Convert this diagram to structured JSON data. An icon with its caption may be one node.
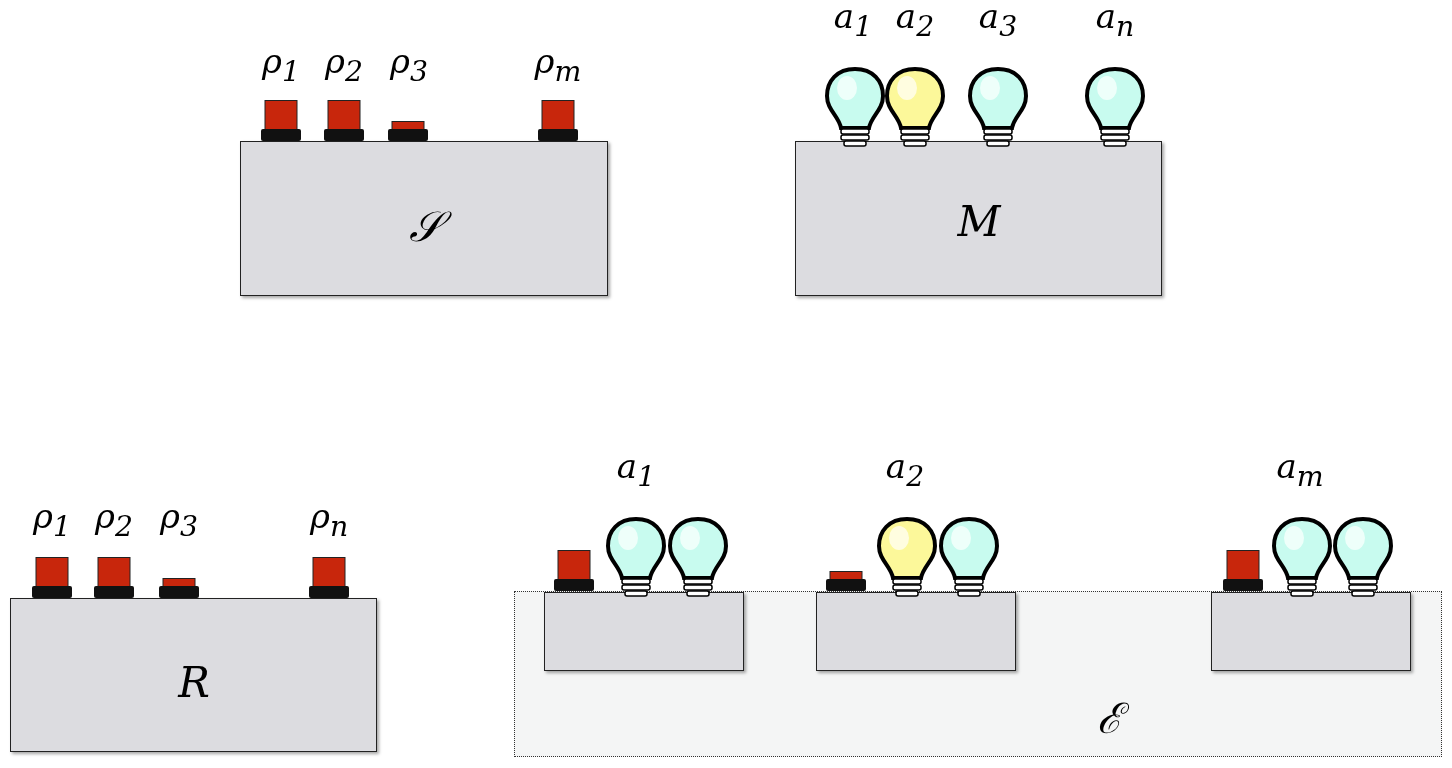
{
  "diagram": {
    "nodes": [
      {
        "text": [
          "𝒮"
        ]
      },
      {
        "text": [
          "M"
        ]
      },
      {
        "text": [
          "R"
        ]
      },
      {
        "text": [
          "ℰ"
        ]
      },
      {
        "text": [],
        "shape": "box",
        "in": 3
      },
      {
        "text": [],
        "shape": "box",
        "in": 3
      },
      {
        "text": [],
        "shape": "box",
        "in": 3
      }
    ],
    "labels": [
      "ρ$_{1}$",
      "ρ$_{2}$",
      "ρ$_{3}$",
      "ρ$_{m}$",
      "a$_{1}$",
      "a$_{2}$",
      "a$_{3}$",
      "a$_{n}$",
      "a$_{1}$",
      "a$_{2}$",
      "a$_{m}$",
      "ρ$_{1}$",
      "ρ$_{2}$",
      "ρ$_{3}$",
      "ρ$_{n}$"
    ]
  }
}
